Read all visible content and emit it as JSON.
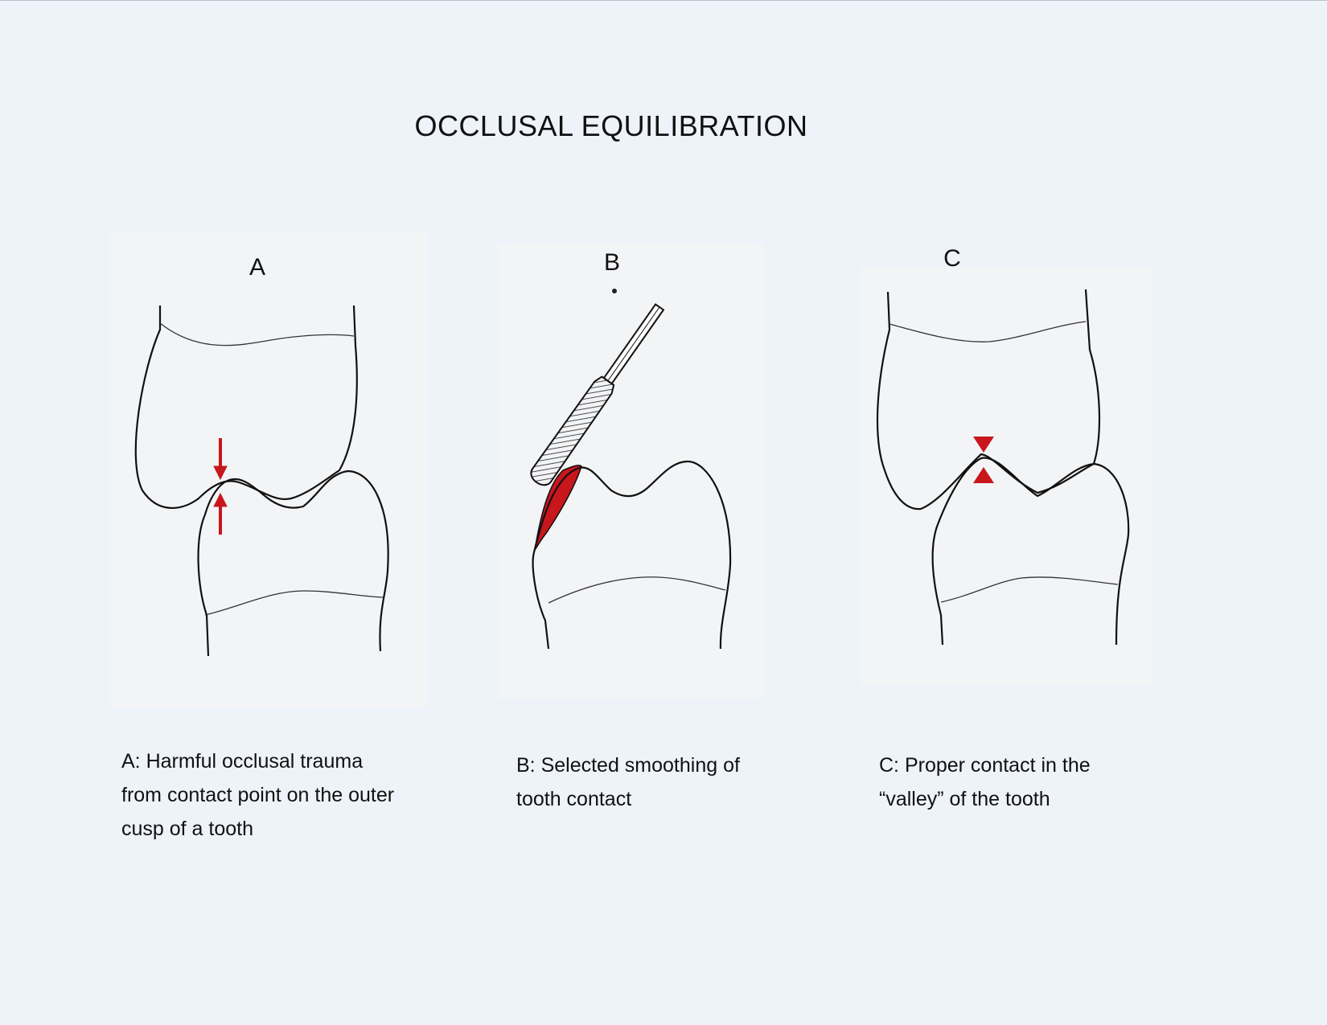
{
  "title": "OCCLUSAL EQUILIBRATION",
  "panels": [
    {
      "letter": "A",
      "caption_lines": [
        "A: Harmful occlusal trauma",
        "from contact point on the outer",
        "cusp of a tooth"
      ]
    },
    {
      "letter": "B",
      "caption_lines": [
        "B: Selected smoothing of",
        "tooth contact"
      ]
    },
    {
      "letter": "C",
      "caption_lines": [
        "C: Proper contact in the",
        "“valley” of the tooth"
      ]
    }
  ],
  "colors": {
    "background": "#eef3fa",
    "panel": "#f3f4f6",
    "line": "#111111",
    "highlight": "#c8161d"
  },
  "icons": [
    "file-tool-icon",
    "contact-arrow-icon",
    "contact-triangle-icon"
  ]
}
